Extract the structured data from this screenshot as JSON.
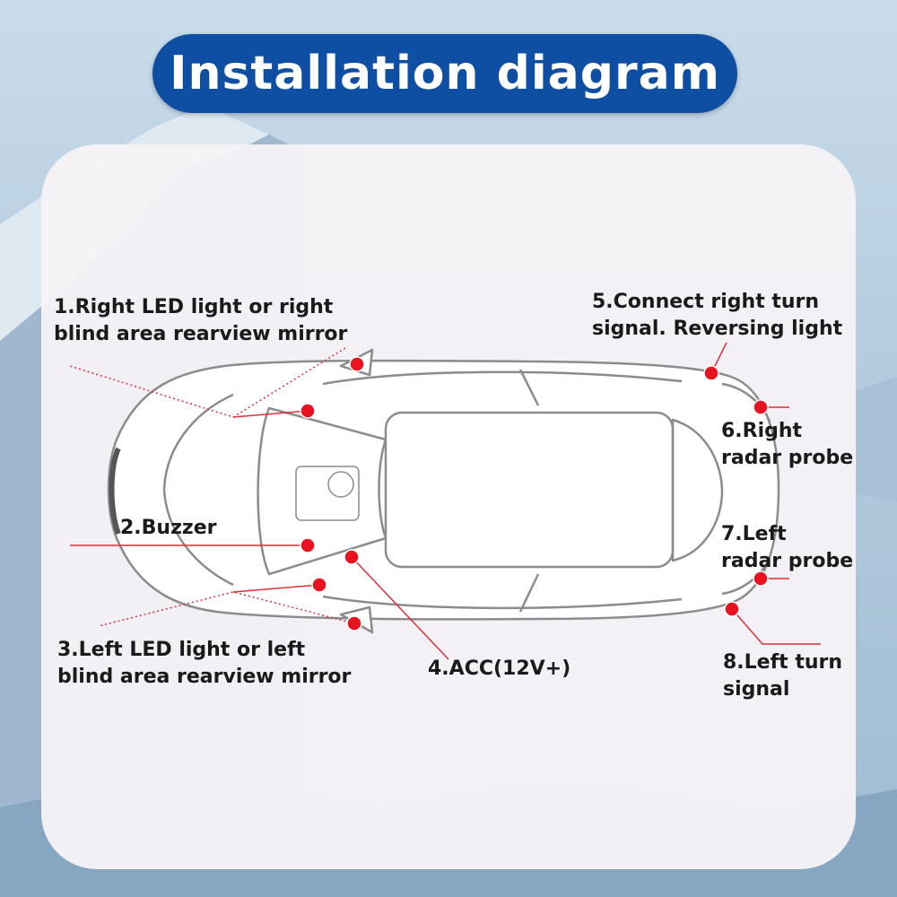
{
  "title": "Installation diagram",
  "colors": {
    "title_bg": "#0f4fa3",
    "title_text": "#ffffff",
    "marker": "#e8131f",
    "leader_line": "#d9303a",
    "car_outline": "#8c8c8c"
  },
  "labels": {
    "item1": [
      "1.Right LED light or right",
      "blind area rearview mirror"
    ],
    "item2": [
      "2.Buzzer"
    ],
    "item3": [
      "3.Left LED light or left",
      "blind area rearview mirror"
    ],
    "item4": [
      "4.ACC(12V+)"
    ],
    "item5": [
      "5.Connect right turn",
      "signal. Reversing light"
    ],
    "item6": [
      "6.Right",
      "radar probe"
    ],
    "item7": [
      "7.Left",
      "radar probe"
    ],
    "item8": [
      "8.Left turn",
      "signal"
    ]
  }
}
